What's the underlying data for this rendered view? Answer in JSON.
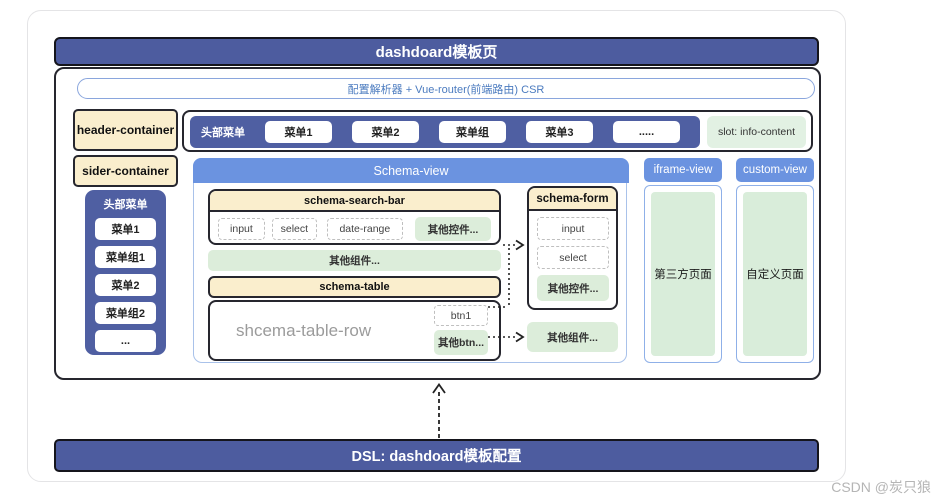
{
  "title_bar": "dashdoard模板页",
  "csr_pill": "配置解析器 + Vue-router(前端路由) CSR",
  "header_container_label": "header-container",
  "sider_container_label": "sider-container",
  "header_menu": {
    "title": "头部菜单",
    "items": [
      "菜单1",
      "菜单2",
      "菜单组",
      "菜单3",
      "....."
    ],
    "slot_label": "slot: info-content"
  },
  "sider_menu": {
    "title": "头部菜单",
    "items": [
      "菜单1",
      "菜单组1",
      "菜单2",
      "菜单组2",
      "..."
    ]
  },
  "schema_view": {
    "title": "Schema-view",
    "search_bar": {
      "title": "schema-search-bar",
      "input": "input",
      "select": "select",
      "date_range": "date-range",
      "other_controls": "其他控件..."
    },
    "other_components_bar": "其他组件...",
    "table": {
      "title": "schema-table",
      "row_label": "shcema-table-row",
      "btn1": "btn1",
      "other_btn": "其他btn..."
    },
    "form": {
      "title": "schema-form",
      "input": "input",
      "select": "select",
      "other_controls": "其他控件..."
    },
    "other_components_box": "其他组件..."
  },
  "iframe_view": {
    "title": "iframe-view",
    "content": "第三方页面"
  },
  "custom_view": {
    "title": "custom-view",
    "content": "自定义页面"
  },
  "dsl_bar": "DSL: dashdoard模板配置",
  "watermark": "CSDN @炭只狼",
  "colors": {
    "dark_blue": "#4d5c9f",
    "light_blue": "#6b93e0",
    "cream": "#faeecd",
    "light_green": "#dcedda",
    "column_border_blue": "#8fb0e8",
    "pill_border_blue": "#8aa6dd"
  }
}
